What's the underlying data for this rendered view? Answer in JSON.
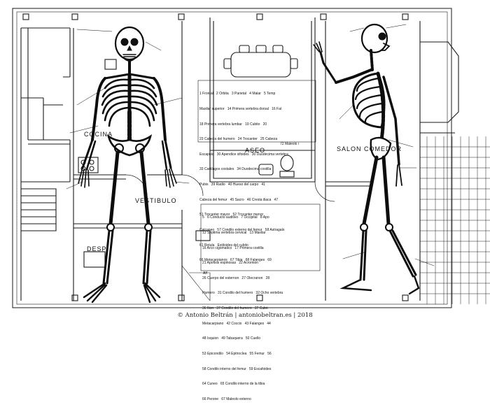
{
  "rooms": {
    "cocina": "COCINA",
    "vestibulo": "VESTIBULO",
    "dormitorio": "DESP",
    "aseo": "ASEO",
    "salon_comedor": "SALON COMEDOR"
  },
  "legend_top": [
    "1 Frontal   2 Orbita   3 Parietal   4 Malar   5 Temp",
    "Maxilar superior   14 Primera vertebra dorsal   16 Fal",
    "18 Primera vertebra lumbar   19 Cubito   20",
    "23 Cabeza del humero   24 Trocanter   25 Cabeza",
    "Escapula   30 Apendice xifoides   30 Duodecima vertebra",
    "33 Cartilagos costales   34 Duodecima costilla",
    "Pubis   39 Radio   40 Hueso del carpo   41",
    "Cabeza del femur   45 Sacro   46 Cresta iliaca   47",
    "51 Trocanter mayor   52 Trocanter menor",
    "Calcaneo   57 Condilo externo del femur   58 Astragalo",
    "61 Rotula   Estiloides del cubito",
    "66 Metacarpianos   67 Tibia   68 Falanges   69",
    "72 Maleolo i"
  ],
  "legend_bottom": [
    "5   6 Conducto auditivo   7 Occipital   8 Apo",
    "12 Septima vertebra cervical   13 Maxilar",
    "16 Arco cigomatico   17 Primera costilla",
    "21 Apofisis espinosas   22 Acromion",
    "26 Cuerpo del esternon   27 Olecranon   28",
    "Humero   31 Condilo del humero   32 Ocho vertebra",
    "36 Ilion   37 Condilo del humero   37 Cubo",
    "Metacarpiano   42 Coccix   43 Falanges   44",
    "48 Isquion   49 Tabaquera   50 Cuello",
    "53 Epicondilo   54 Epitroclea   55 Femur   56",
    "58 Condilo interno del femur   59 Escafoides",
    "64 Cuneo   65 Condilo interno de la tibia",
    "66 Perone   67 Maleolo externo",
    "Alf"
  ],
  "credit": "© Antonio Beltrán | antoniobeltran.es | 2018"
}
